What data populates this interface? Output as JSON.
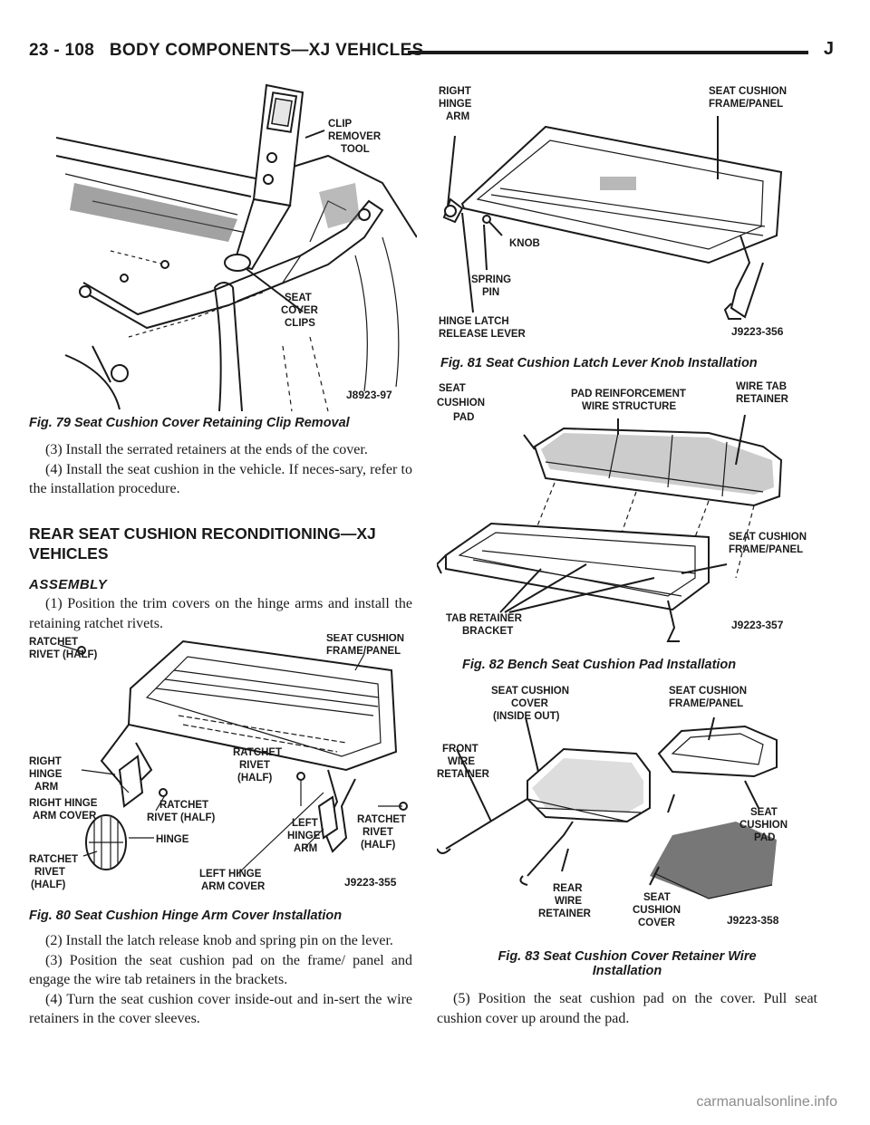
{
  "header": {
    "page_number": "23 - 108",
    "section_title": "BODY COMPONENTS—XJ VEHICLES",
    "edition_mark": "J"
  },
  "figures": [
    {
      "id": "fig79",
      "caption": "Fig. 79 Seat Cushion Cover Retaining Clip Removal",
      "code": "J8923-97",
      "callouts": [
        "CLIP",
        "REMOVER",
        "TOOL",
        "SEAT",
        "COVER",
        "CLIPS"
      ]
    },
    {
      "id": "fig80",
      "caption": "Fig. 80 Seat Cushion Hinge Arm Cover Installation",
      "code": "J9223-355",
      "callouts": [
        "RATCHET",
        "RIVET (HALF)",
        "SEAT CUSHION",
        "FRAME/PANEL",
        "RIGHT",
        "HINGE",
        "ARM",
        "RIGHT HINGE",
        "ARM COVER",
        "RATCHET",
        "RIVET (HALF)",
        "RATCHET",
        "RIVET",
        "(HALF)",
        "HINGE",
        "RATCHET",
        "RIVET",
        "(HALF)",
        "LEFT",
        "HINGE",
        "ARM",
        "LEFT HINGE",
        "ARM COVER",
        "RATCHET",
        "RIVET",
        "(HALF)"
      ]
    },
    {
      "id": "fig81",
      "caption": "Fig. 81 Seat Cushion Latch Lever Knob Installation",
      "code": "J9223-356",
      "callouts": [
        "RIGHT",
        "HINGE",
        "ARM",
        "SEAT CUSHION",
        "FRAME/PANEL",
        "KNOB",
        "SPRING",
        "PIN",
        "HINGE LATCH",
        "RELEASE LEVER"
      ]
    },
    {
      "id": "fig82",
      "caption": "Fig. 82 Bench Seat Cushion Pad Installation",
      "code": "J9223-357",
      "callouts": [
        "SEAT",
        "CUSHION",
        "PAD",
        "PAD REINFORCEMENT",
        "WIRE STRUCTURE",
        "WIRE TAB",
        "RETAINER",
        "SEAT CUSHION",
        "FRAME/PANEL",
        "TAB RETAINER",
        "BRACKET"
      ]
    },
    {
      "id": "fig83",
      "caption_line1": "Fig. 83 Seat Cushion Cover Retainer Wire",
      "caption_line2": "Installation",
      "code": "J9223-358",
      "callouts": [
        "SEAT CUSHION",
        "COVER",
        "(INSIDE OUT)",
        "SEAT CUSHION",
        "FRAME/PANEL",
        "FRONT",
        "WIRE",
        "RETAINER",
        "SEAT",
        "CUSHION",
        "PAD",
        "REAR",
        "WIRE",
        "RETAINER",
        "SEAT",
        "CUSHION",
        "COVER"
      ]
    }
  ],
  "text": {
    "para_3": "(3) Install the serrated retainers at the ends of the cover.",
    "para_4": "(4) Install the seat cushion in the vehicle. If neces-sary, refer to the installation procedure.",
    "section_heading_line1": "REAR SEAT CUSHION RECONDITIONING—XJ",
    "section_heading_line2": "VEHICLES",
    "subheading": "ASSEMBLY",
    "asm_1": "(1) Position the trim covers on the hinge arms and install the retaining ratchet rivets.",
    "asm_2": "(2) Install the latch release knob and spring pin on the lever.",
    "asm_3": "(3) Position the seat cushion pad on the frame/ panel and engage the wire tab retainers in the brackets.",
    "asm_4": "(4) Turn the seat cushion cover inside-out and in-sert the wire retainers in the cover sleeves.",
    "asm_5": "(5) Position the seat cushion pad on the cover. Pull seat cushion cover up around the pad."
  },
  "watermark": "carmanualsonline.info"
}
